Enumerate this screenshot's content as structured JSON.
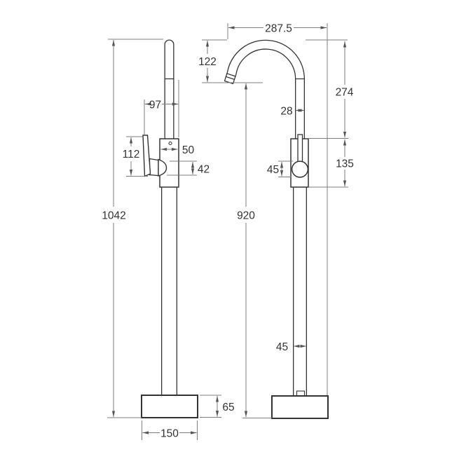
{
  "side_view": {
    "overall_height": "1042",
    "handle_offset": "97",
    "handle_height": "112",
    "body_width": "50",
    "outlet_height": "42",
    "base_height": "65",
    "base_width": "150"
  },
  "front_view": {
    "spout_reach": "287.5",
    "spout_drop": "122",
    "spout_rise": "274",
    "spout_pipe_width": "28",
    "body_height": "135",
    "handle_knob_diameter": "45",
    "outlet_height_from_floor": "920",
    "riser_pipe_width": "45"
  },
  "colors": {
    "outline": "#333333",
    "dimension_lines": "#7d7d7d",
    "arrowheads": "#555555",
    "label_text": "#333333",
    "background": "#ffffff"
  }
}
